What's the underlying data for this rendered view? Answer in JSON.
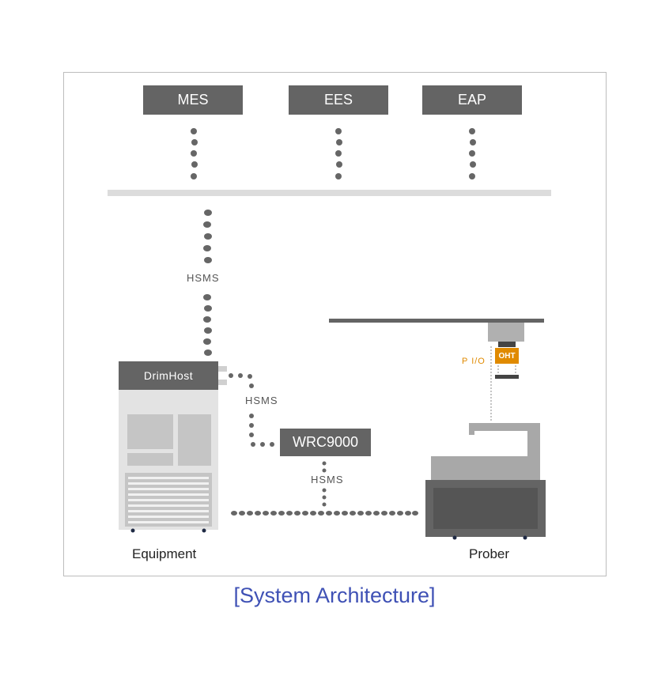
{
  "systems": [
    {
      "label": "MES"
    },
    {
      "label": "EES"
    },
    {
      "label": "EAP"
    }
  ],
  "links": {
    "hsms_top": "HSMS",
    "hsms_host": "HSMS",
    "hsms_wrc": "HSMS",
    "pio": "P I/O"
  },
  "host": {
    "label": "DrimHost"
  },
  "wrc": {
    "label": "WRC9000"
  },
  "oht": {
    "label": "OHT"
  },
  "devices": {
    "equipment": "Equipment",
    "prober": "Prober"
  },
  "caption": "[System Architecture]",
  "colors": {
    "box": "#646464",
    "bus": "#dcdcdc",
    "accent": "#e08a00",
    "caption": "#3f51b5"
  }
}
